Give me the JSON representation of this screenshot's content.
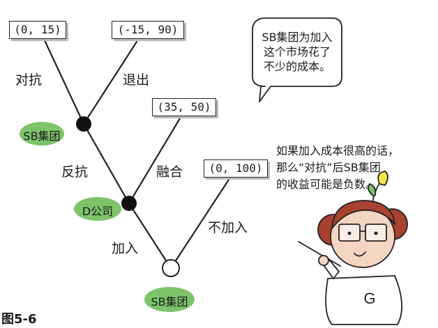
{
  "figure": {
    "caption": "图5-6",
    "payoffs": [
      "(0, 15)",
      "(-15, 90)",
      "(35, 50)",
      "(0, 100)"
    ],
    "players": [
      "SB集团",
      "D公司",
      "SB集团"
    ],
    "actions": {
      "confront": "对抗",
      "exit": "退出",
      "counter": "反抗",
      "merge": "融合",
      "enter": "加入",
      "not_enter": "不加入"
    },
    "speech_bubble": [
      "SB集团为加入",
      "这个市场花了",
      "不少的成本。"
    ],
    "note": [
      "如果加入成本很高的话，",
      "那么“对抗”后SB集团",
      "的收益可能是负数。"
    ],
    "character_letter": "G"
  },
  "colors": {
    "player_badge": "#7cc36a",
    "node_fill": "#111111",
    "line": "#222222",
    "skin": "#f4d5c2",
    "hair": "#a8412f"
  }
}
